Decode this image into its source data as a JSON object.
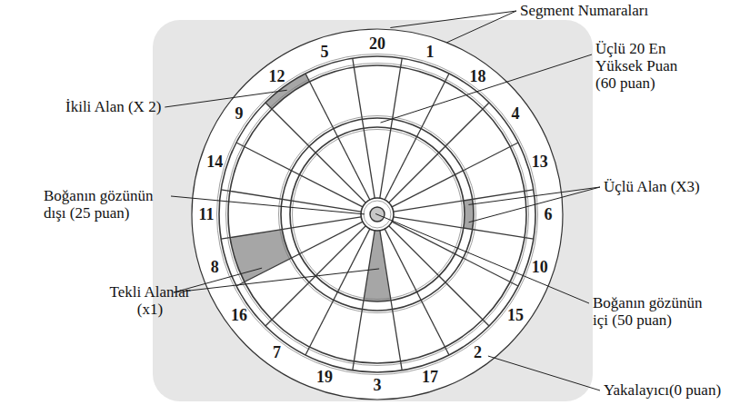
{
  "diagram": {
    "labels": [
      "Segment Numaraları",
      "Üçlü 20 En Yüksek Puan (60 puan)",
      "İkili Alan (X 2)",
      "Boğanın gözünün dışı (25 puan)",
      "Üçlü Alan (X3)",
      "Boğanın gözünün içi (50 puan)",
      "Tekli Alanlar (x1)",
      "Yakalayıcı(0 puan)",
      "20",
      "1",
      "18",
      "4",
      "13",
      "6",
      "10",
      "15",
      "2",
      "17",
      "3",
      "19",
      "7",
      "16",
      "8",
      "11",
      "14",
      "9",
      "12",
      "5"
    ]
  }
}
